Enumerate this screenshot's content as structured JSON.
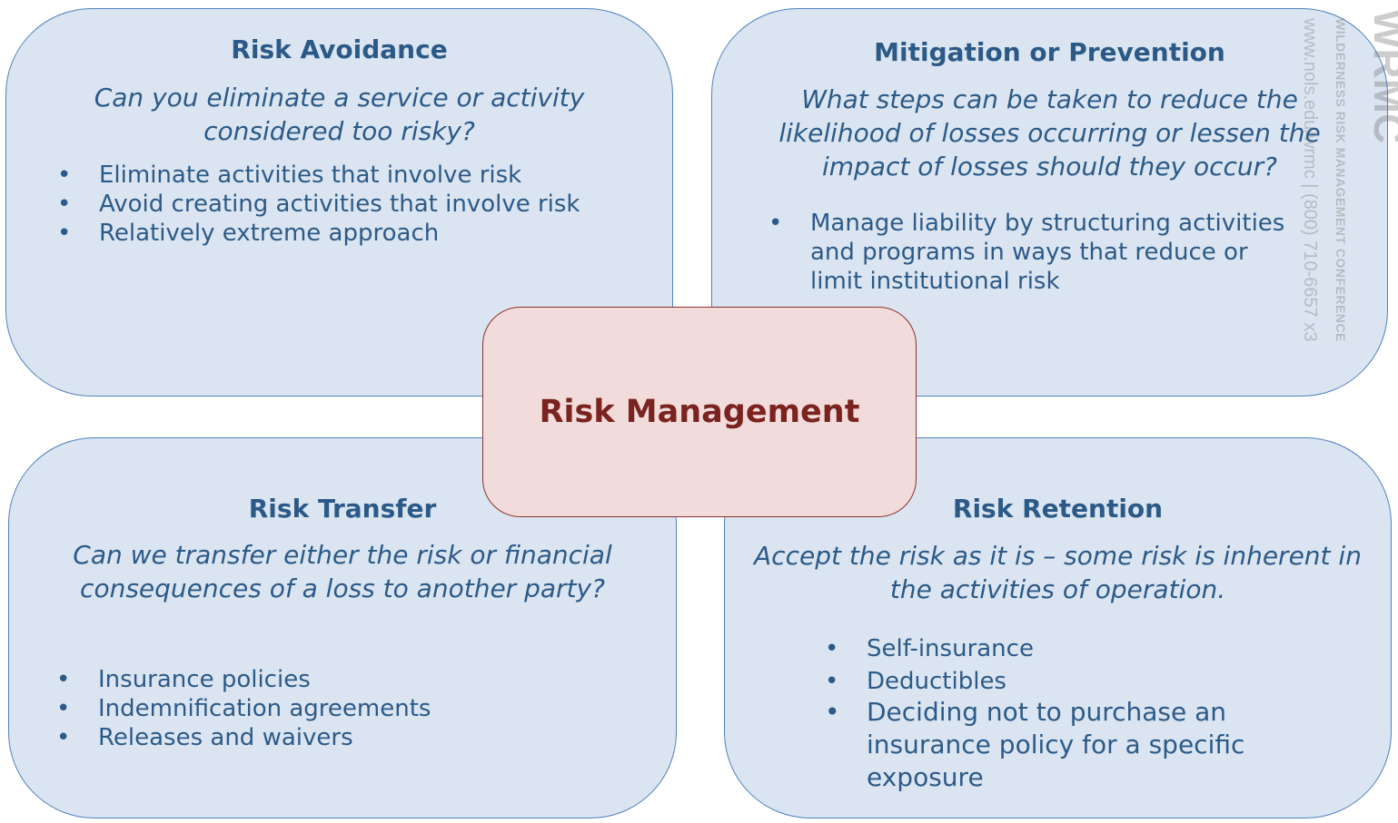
{
  "center": {
    "label": "Risk Management"
  },
  "quadrants": {
    "top_left": {
      "title": "Risk Avoidance",
      "question": "Can you eliminate a service or activity considered too risky?",
      "bullets": [
        "Eliminate activities that involve risk",
        "Avoid creating activities that involve risk",
        "Relatively extreme approach"
      ]
    },
    "top_right": {
      "title": "Mitigation or Prevention",
      "question": "What steps can be taken to reduce the likelihood of losses occurring or lessen the impact of losses should they occur?",
      "bullets": [
        "Manage liability by structuring activities and programs in ways that reduce or limit institutional risk"
      ]
    },
    "bottom_left": {
      "title": "Risk Transfer",
      "question": "Can we transfer either the risk or financial consequences of a loss to another party?",
      "bullets": [
        "Insurance policies",
        "Indemnification agreements",
        "Releases and waivers"
      ]
    },
    "bottom_right": {
      "title": "Risk Retention",
      "question": "Accept the risk as it is – some risk is inherent in the activities of operation.",
      "bullets": [
        "Self-insurance",
        "Deductibles",
        "Deciding not to purchase an insurance policy for a specific exposure"
      ]
    }
  },
  "watermark": {
    "url": "www.nols.edu/wrmc | (800) 710-6657 x3",
    "conference": "WILDERNESS RISK MANAGEMENT CONFERENCE",
    "logo": "WRMC"
  },
  "colors": {
    "quadrant_fill": "#dbe5f1",
    "quadrant_border": "#4f81bd",
    "quadrant_text": "#2c5a88",
    "center_fill": "#f2dcdb",
    "center_border": "#8b2f2b",
    "center_text": "#7a231f"
  }
}
